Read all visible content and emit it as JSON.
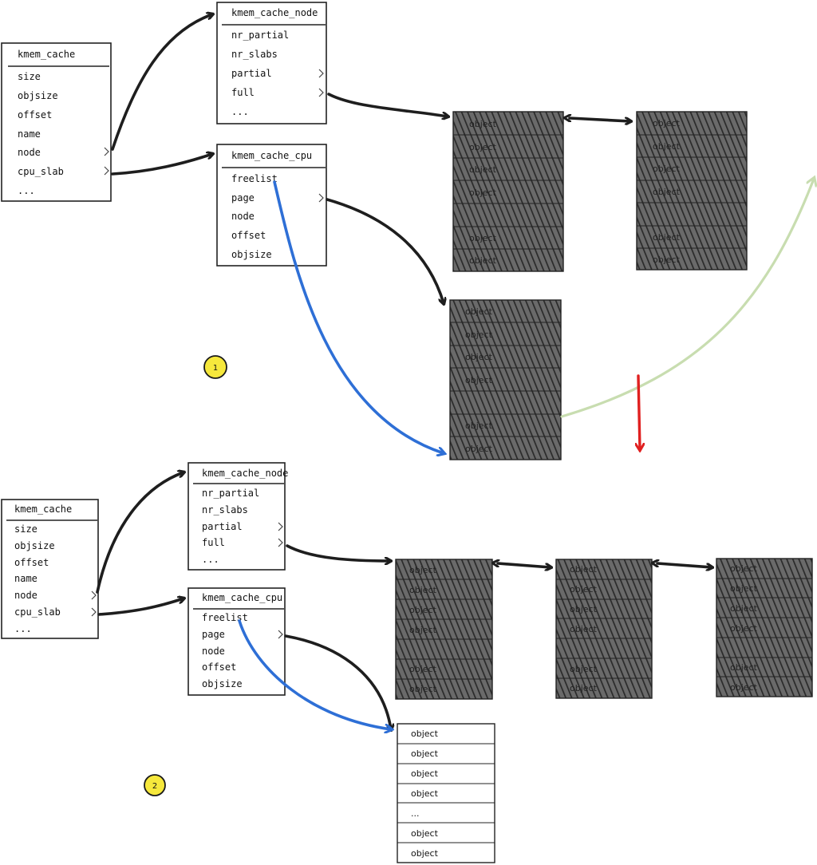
{
  "scene1": {
    "badge": "1",
    "kmem_cache": {
      "title": "kmem_cache",
      "fields": [
        "size",
        "objsize",
        "offset",
        "name",
        "node",
        "cpu_slab",
        "..."
      ]
    },
    "kmem_cache_node": {
      "title": "kmem_cache_node",
      "fields": [
        "nr_partial",
        "nr_slabs",
        "partial",
        "full",
        "..."
      ]
    },
    "kmem_cache_cpu": {
      "title": "kmem_cache_cpu",
      "fields": [
        "freelist",
        "page",
        "node",
        "offset",
        "objsize"
      ]
    },
    "partial_slabs": [
      {
        "rows": [
          "object",
          "object",
          "object",
          "object",
          "",
          "object",
          "object"
        ]
      },
      {
        "rows": [
          "object",
          "object",
          "object",
          "object",
          "",
          "object",
          "object"
        ]
      }
    ],
    "cpu_slab": {
      "rows": [
        "object",
        "object",
        "object",
        "object",
        "",
        "object",
        "object"
      ]
    }
  },
  "scene2": {
    "badge": "2",
    "kmem_cache": {
      "title": "kmem_cache",
      "fields": [
        "size",
        "objsize",
        "offset",
        "name",
        "node",
        "cpu_slab",
        "..."
      ]
    },
    "kmem_cache_node": {
      "title": "kmem_cache_node",
      "fields": [
        "nr_partial",
        "nr_slabs",
        "partial",
        "full",
        "..."
      ]
    },
    "kmem_cache_cpu": {
      "title": "kmem_cache_cpu",
      "fields": [
        "freelist",
        "page",
        "node",
        "offset",
        "objsize"
      ]
    },
    "partial_slabs": [
      {
        "rows": [
          "object",
          "object",
          "object",
          "object",
          "",
          "object",
          "object"
        ]
      },
      {
        "rows": [
          "object",
          "object",
          "object",
          "object",
          "",
          "object",
          "object"
        ]
      },
      {
        "rows": [
          "object",
          "object",
          "object",
          "object",
          "",
          "object",
          "object"
        ]
      }
    ],
    "cpu_slab": {
      "rows": [
        "object",
        "object",
        "object",
        "object",
        "...",
        "object",
        "object"
      ]
    }
  },
  "colors": {
    "pointer": "#1e1e1e",
    "freelist_arrow": "#2e6fd6",
    "transition_arrow_green": "#c8ddb0",
    "transition_arrow_red": "#e02020",
    "badge": "#f6e83c",
    "hatch": "#3a3a3a"
  }
}
